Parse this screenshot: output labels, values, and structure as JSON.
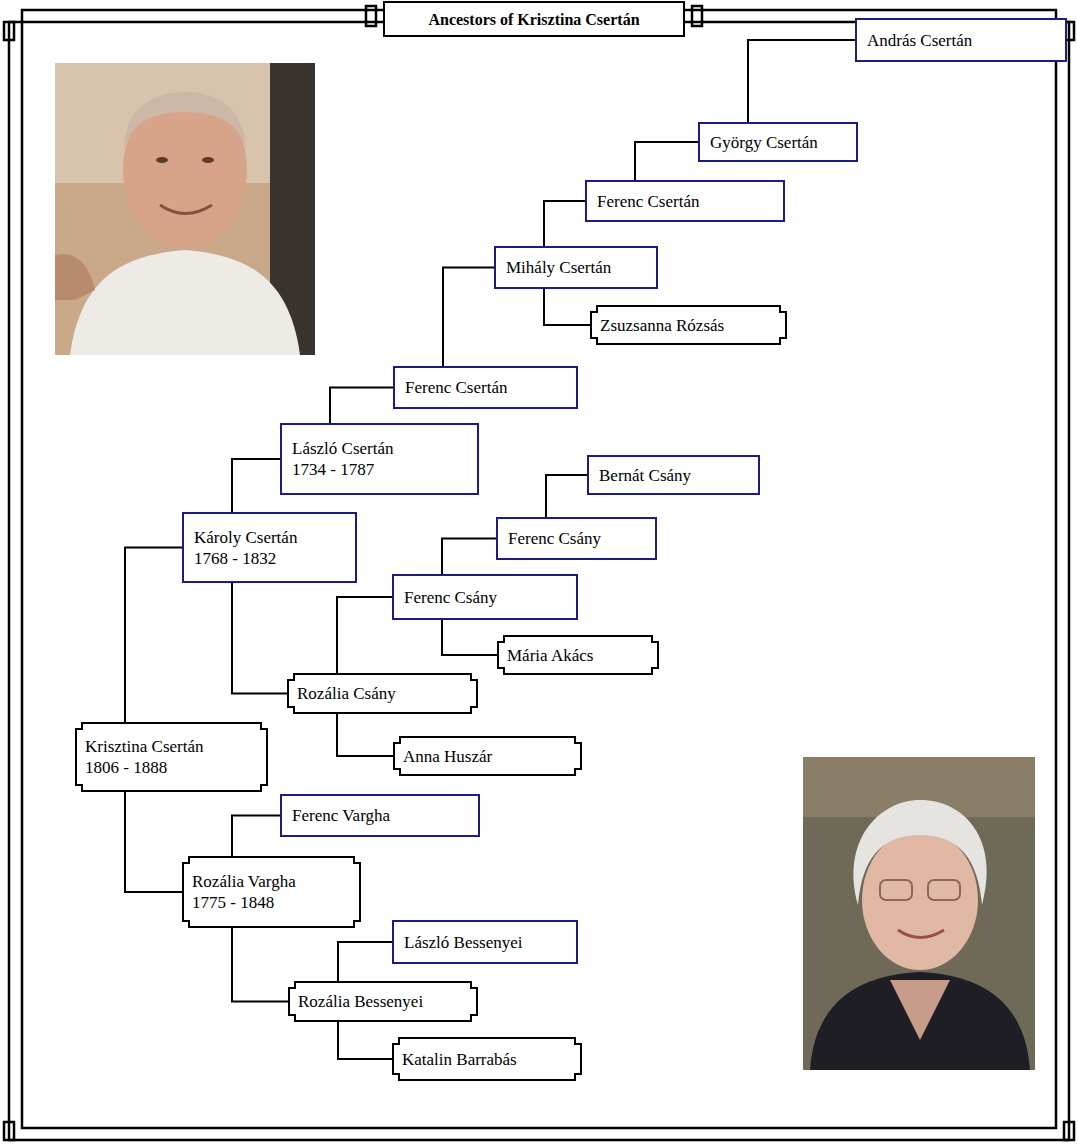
{
  "diagram": {
    "title": "Ancestors of Krisztina Csertán",
    "nodes": [
      {
        "text": [
          "András Csertán"
        ]
      },
      {
        "text": [
          "György Csertán"
        ]
      },
      {
        "text": [
          "Ferenc Csertán"
        ]
      },
      {
        "text": [
          "Mihály Csertán"
        ]
      },
      {
        "text": [
          "Zsuzsanna Rózsás"
        ]
      },
      {
        "text": [
          "Ferenc Csertán"
        ]
      },
      {
        "text": [
          "László Csertán",
          "1734 - 1787"
        ]
      },
      {
        "text": [
          "Bernát Csány"
        ]
      },
      {
        "text": [
          "Károly Csertán",
          "1768 - 1832"
        ]
      },
      {
        "text": [
          "Ferenc Csány"
        ]
      },
      {
        "text": [
          "Ferenc Csány"
        ]
      },
      {
        "text": [
          "Mária Akács"
        ]
      },
      {
        "text": [
          "Rozália Csány"
        ]
      },
      {
        "text": [
          "Krisztina Csertán",
          "1806 - 1888"
        ]
      },
      {
        "text": [
          "Anna Huszár"
        ]
      },
      {
        "text": [
          "Ferenc Vargha"
        ]
      },
      {
        "text": [
          "Rozália Vargha",
          "1775 - 1848"
        ]
      },
      {
        "text": [
          "László Bessenyei"
        ]
      },
      {
        "text": [
          "Rozália Bessenyei"
        ]
      },
      {
        "text": [
          "Katalin Barrabás"
        ]
      }
    ],
    "edges": [
      {
        "from": 13,
        "to": 8,
        "arrow": "none"
      },
      {
        "from": 13,
        "to": 16,
        "arrow": "none"
      },
      {
        "from": 8,
        "to": 6,
        "arrow": "none"
      },
      {
        "from": 8,
        "to": 12,
        "arrow": "none"
      },
      {
        "from": 6,
        "to": 5,
        "arrow": "none"
      },
      {
        "from": 5,
        "to": 3,
        "arrow": "none"
      },
      {
        "from": 3,
        "to": 2,
        "arrow": "none"
      },
      {
        "from": 3,
        "to": 4,
        "arrow": "none"
      },
      {
        "from": 2,
        "to": 1,
        "arrow": "none"
      },
      {
        "from": 1,
        "to": 0,
        "arrow": "none"
      },
      {
        "from": 12,
        "to": 10,
        "arrow": "none"
      },
      {
        "from": 12,
        "to": 14,
        "arrow": "none"
      },
      {
        "from": 10,
        "to": 9,
        "arrow": "none"
      },
      {
        "from": 10,
        "to": 11,
        "arrow": "none"
      },
      {
        "from": 9,
        "to": 7,
        "arrow": "none"
      },
      {
        "from": 16,
        "to": 15,
        "arrow": "none"
      },
      {
        "from": 16,
        "to": 18,
        "arrow": "none"
      },
      {
        "from": 18,
        "to": 17,
        "arrow": "none"
      },
      {
        "from": 18,
        "to": 19,
        "arrow": "none"
      }
    ]
  }
}
